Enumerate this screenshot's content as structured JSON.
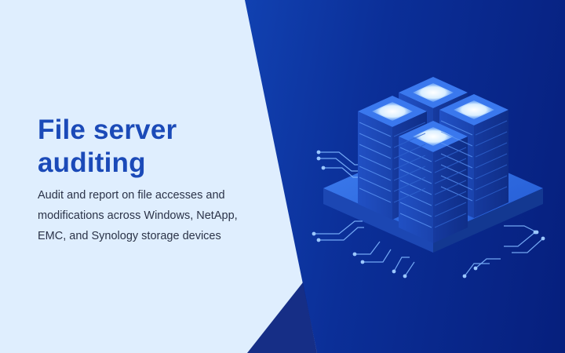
{
  "hero": {
    "title_line1": "File server",
    "title_line2": "auditing",
    "description": "Audit and report on file accesses and modifications across Windows, NetApp, EMC, and Synology storage devices"
  },
  "illustration": {
    "icon": "server-rack-icon"
  },
  "colors": {
    "title": "#1b4ab8",
    "left_background": "#dfeefe",
    "right_background": "#0b2f98",
    "server_glow": "#e8f4ff"
  }
}
